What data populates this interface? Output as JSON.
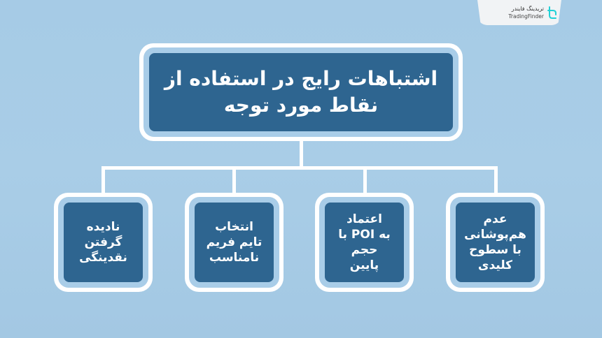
{
  "brand": {
    "name_fa": "تریدینگ فایندر",
    "name_en": "TradingFinder",
    "icon": "tradingfinder-logo-icon",
    "accent_color": "#1fd1d6"
  },
  "diagram": {
    "root": {
      "label": "اشتباهات رایج در استفاده از نقاط مورد توجه"
    },
    "children": [
      {
        "label": "عدم\nهم‌پوشانی\nبا سطوح\nکلیدی"
      },
      {
        "label": "اعتماد\nبه POI با\nحجم\nپایین"
      },
      {
        "label": "انتخاب\nتایم فریم\nنامناسب"
      },
      {
        "label": "نادیده\nگرفتن\nنقدینگی"
      }
    ],
    "colors": {
      "background": "#a6cbe6",
      "box_fill": "#2e6590",
      "box_border": "#ffffff",
      "connector": "#ffffff"
    }
  }
}
